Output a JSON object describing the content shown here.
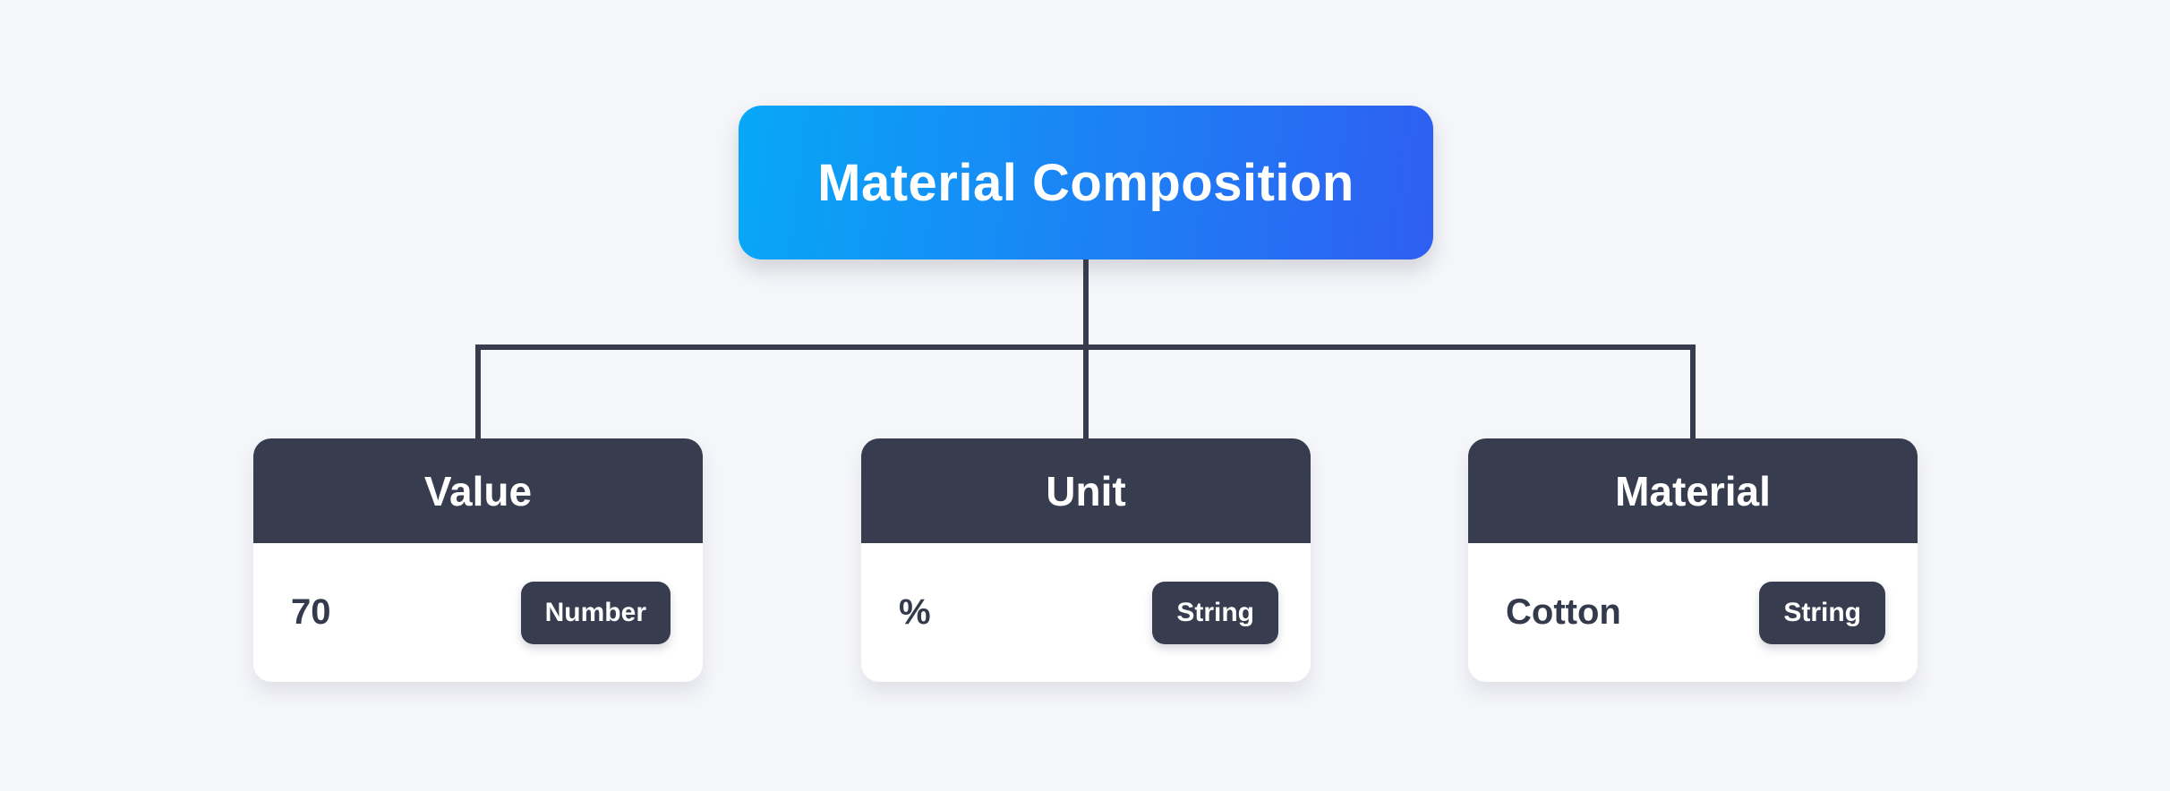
{
  "diagram": {
    "root": {
      "label": "Material Composition"
    },
    "children": [
      {
        "title": "Value",
        "value": "70",
        "type": "Number"
      },
      {
        "title": "Unit",
        "value": "%",
        "type": "String"
      },
      {
        "title": "Material",
        "value": "Cotton",
        "type": "String"
      }
    ],
    "colors": {
      "canvas_background": "#f5f6fa",
      "root_gradient_from": "#07a8f7",
      "root_gradient_to": "#2f5ef2",
      "node_header": "#373d4f",
      "badge_background": "#373d4f",
      "connector": "#363c4e",
      "value_text": "#333a4c",
      "node_text": "#ffffff"
    }
  }
}
